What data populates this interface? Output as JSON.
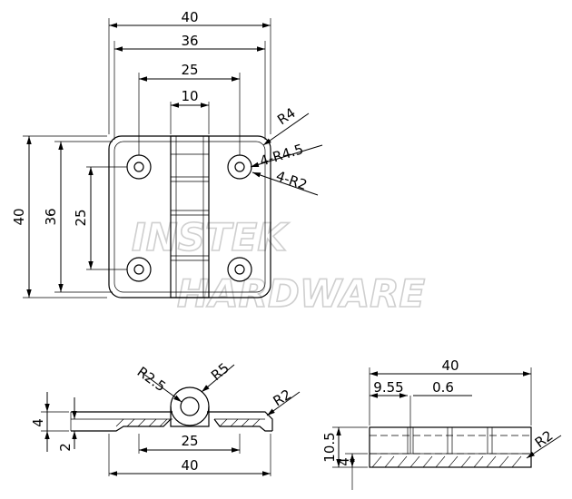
{
  "watermark": {
    "line1": "INSTEK",
    "line2": "HARDWARE"
  },
  "top_view": {
    "dims": {
      "width_40": "40",
      "width_36": "36",
      "width_25": "25",
      "width_10": "10",
      "height_40": "40",
      "height_36": "36",
      "height_25": "25"
    },
    "notes": {
      "outer_radius": "R4",
      "hole_radius": "4-R4.5",
      "inner_radius": "4-R2"
    }
  },
  "front_view": {
    "dims": {
      "thickness": "4",
      "leaf": "2",
      "hole_spacing": "25",
      "overall_width": "40"
    },
    "notes": {
      "knuckle_inner": "R2.5",
      "knuckle_outer": "R5",
      "edge_radius": "R2"
    }
  },
  "side_view": {
    "dims": {
      "overall_width": "40",
      "offset_a": "9.55",
      "offset_b": "0.6",
      "height": "10.5",
      "thickness": "4"
    },
    "notes": {
      "edge_radius": "R2"
    }
  }
}
